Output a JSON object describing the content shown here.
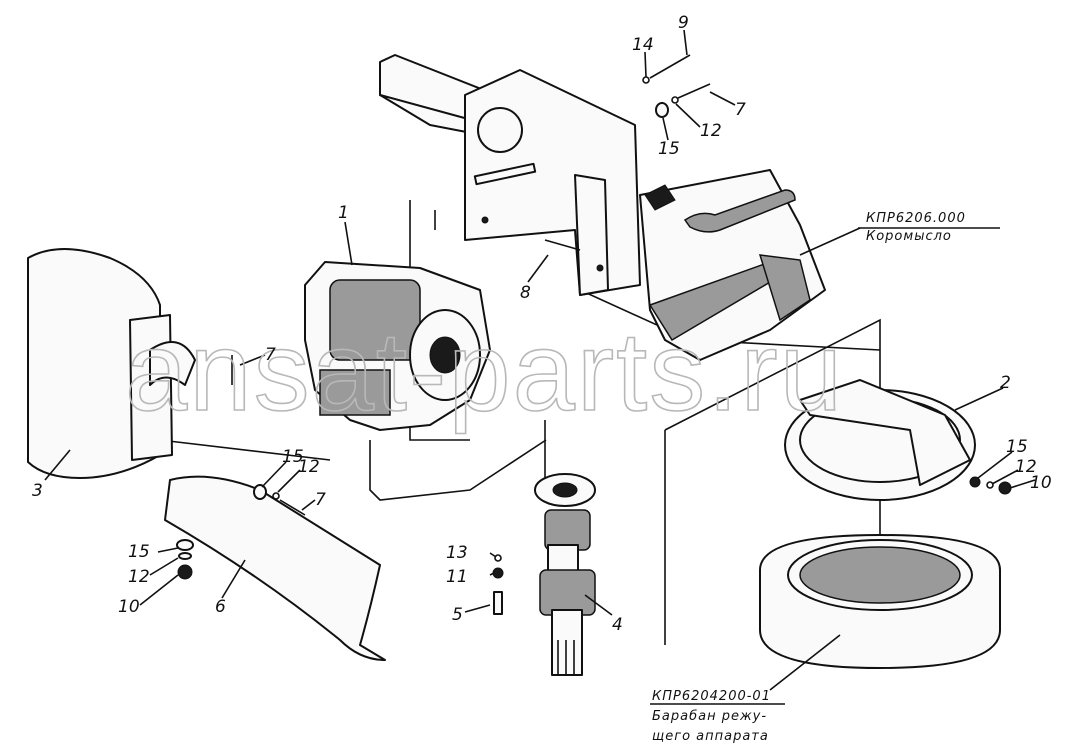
{
  "watermark": "ansat-parts.ru",
  "callouts": {
    "n1": "1",
    "n2": "2",
    "n3": "3",
    "n4": "4",
    "n5": "5",
    "n6": "6",
    "n7a": "7",
    "n7b": "7",
    "n7c": "7",
    "n8": "8",
    "n9": "9",
    "n10a": "10",
    "n10b": "10",
    "n11": "11",
    "n12a": "12",
    "n12b": "12",
    "n12c": "12",
    "n12d": "12",
    "n13": "13",
    "n14": "14",
    "n15a": "15",
    "n15b": "15",
    "n15c": "15",
    "n15d": "15"
  },
  "references": {
    "rocker_code": "КПР6206.000",
    "rocker_name": "Коромысло",
    "drum_code": "КПР6204200-01",
    "drum_name_line1": "Барабан режу-",
    "drum_name_line2": "щего аппарата"
  }
}
